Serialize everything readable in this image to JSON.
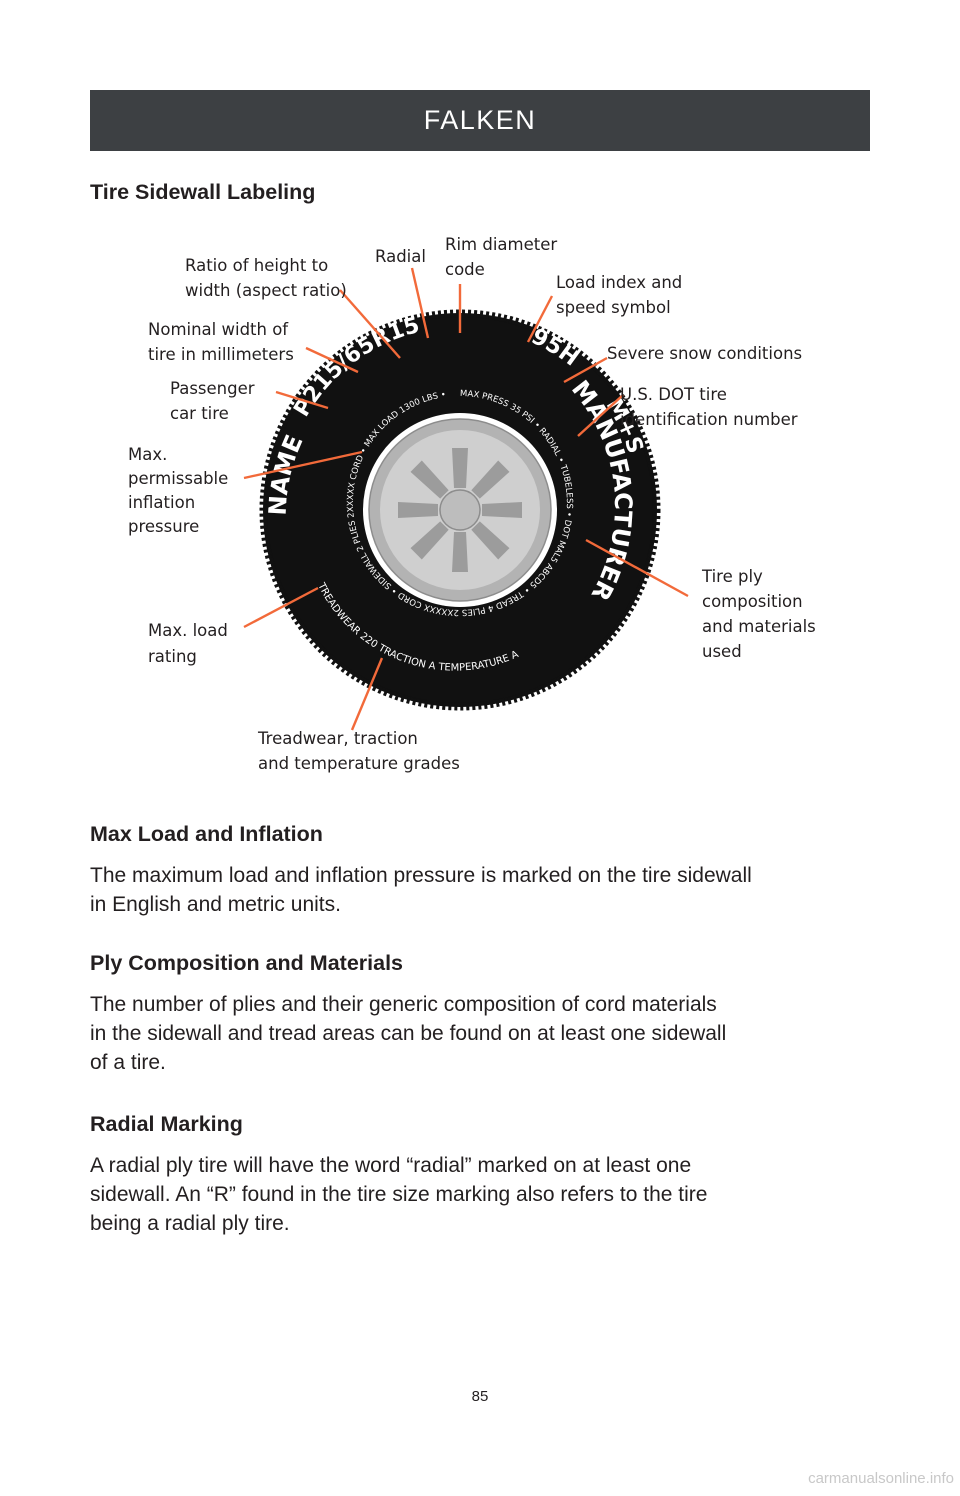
{
  "header": {
    "title": "FALKEN"
  },
  "figure": {
    "heading": "Tire Sidewall Labeling",
    "callouts": {
      "aspect_ratio": [
        "Ratio of height to",
        "width (aspect ratio)"
      ],
      "radial": [
        "Radial"
      ],
      "rim_diameter": [
        "Rim diameter",
        "code"
      ],
      "load_index": [
        "Load index and",
        "speed symbol"
      ],
      "nominal_width": [
        "Nominal width of",
        "tire in millimeters"
      ],
      "severe_snow": [
        "Severe snow conditions"
      ],
      "passenger": [
        "Passenger",
        "car tire"
      ],
      "dot_number": [
        "U.S. DOT tire",
        "identification number"
      ],
      "max_pressure": [
        "Max.",
        "permissable",
        "inflation",
        "pressure"
      ],
      "ply_composition": [
        "Tire ply",
        "composition",
        "and materials",
        "used"
      ],
      "max_load": [
        "Max. load",
        "rating"
      ],
      "treadwear": [
        "Treadwear, traction",
        "and temperature grades"
      ]
    },
    "tire_markings": {
      "size": "P215/65R15",
      "service": "95H",
      "snow": "M+S",
      "name": "NAME",
      "manufacturer": "MANUFACTURER",
      "inner_ring": "MAX PRESS 35 PSI • RADIAL • TUBELESS • DOT MAL5 ABCD5 • TREAD 4 PLIES 2XXXXX CORD • SIDEWALL 2 PLIES 2XXXXX CORD • MAX LOAD 1300 LBS •",
      "outer_ring": "TREADWEAR 220 TRACTION A TEMPERATURE A"
    }
  },
  "sections": [
    {
      "heading": "Max Load and Inflation",
      "lines": [
        "The maximum load and inflation pressure is marked on the tire sidewall",
        "in English and metric units."
      ]
    },
    {
      "heading": "Ply Composition and Materials",
      "lines": [
        "The number of plies and their generic composition of cord materials",
        "in the sidewall and tread areas can be found on at least one sidewall",
        "of a tire."
      ]
    },
    {
      "heading": "Radial Marking",
      "lines": [
        "A radial ply tire will have the word “radial” marked on at least one",
        "sidewall. An “R” found in the tire size marking also refers to the tire",
        "being a radial ply tire."
      ]
    }
  ],
  "footer": {
    "page_number": "85",
    "watermark": "carmanualsonline.info"
  },
  "colors": {
    "header_bg": "#3d4043",
    "leader_line": "#f26a3a",
    "tire": "#111111",
    "wheel": "#b3b3b3"
  }
}
